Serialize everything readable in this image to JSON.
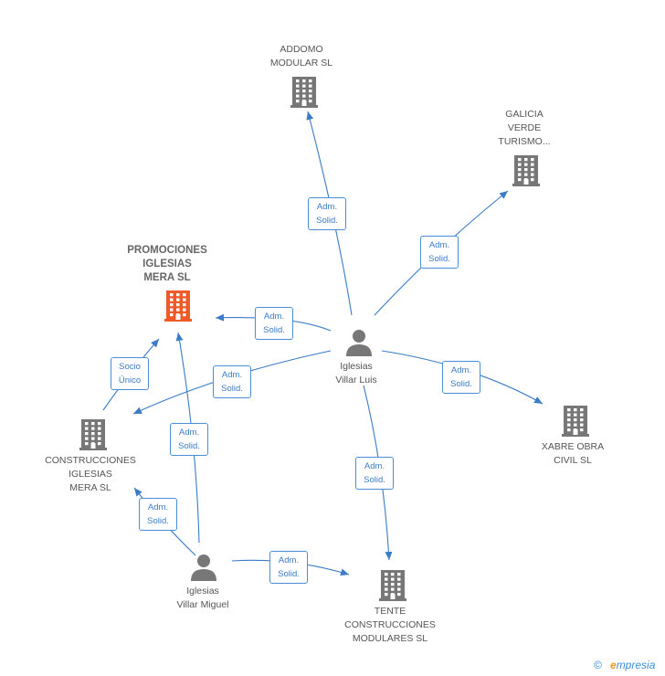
{
  "colors": {
    "company": "#777777",
    "main_company": "#f05a28",
    "edge": "#3a7cc8",
    "person": "#777777"
  },
  "companies": [
    {
      "id": "promociones",
      "label": "PROMOCIONES\nIGLESIAS\nMERA SL",
      "main": true
    },
    {
      "id": "addomo",
      "label": "ADDOMO\nMODULAR  SL"
    },
    {
      "id": "galicia",
      "label": "GALICIA\nVERDE\nTURISMO..."
    },
    {
      "id": "construcciones",
      "label": "CONSTRUCCIONES\nIGLESIAS\nMERA SL"
    },
    {
      "id": "xabre",
      "label": "XABRE OBRA\nCIVIL SL"
    },
    {
      "id": "tente",
      "label": "TENTE\nCONSTRUCCIONES\nMODULARES SL"
    }
  ],
  "people": [
    {
      "id": "luis",
      "label": "Iglesias\nVillar Luis"
    },
    {
      "id": "miguel",
      "label": "Iglesias\nVillar Miguel"
    }
  ],
  "edges": [
    {
      "from": "luis",
      "to": "addomo",
      "label": "Adm.\nSolid."
    },
    {
      "from": "luis",
      "to": "galicia",
      "label": "Adm.\nSolid."
    },
    {
      "from": "luis",
      "to": "promociones",
      "label": "Adm.\nSolid."
    },
    {
      "from": "luis",
      "to": "construcciones",
      "label": "Adm.\nSolid."
    },
    {
      "from": "luis",
      "to": "xabre",
      "label": "Adm.\nSolid."
    },
    {
      "from": "luis",
      "to": "tente",
      "label": "Adm.\nSolid."
    },
    {
      "from": "construcciones",
      "to": "promociones",
      "label": "Socio\nÚnico"
    },
    {
      "from": "miguel",
      "to": "promociones",
      "label": "Adm.\nSolid."
    },
    {
      "from": "miguel",
      "to": "construcciones",
      "label": "Adm.\nSolid."
    },
    {
      "from": "miguel",
      "to": "tente",
      "label": "Adm.\nSolid."
    }
  ],
  "footer": {
    "copyright": "©",
    "brand_first": "e",
    "brand_rest": "mpresia"
  }
}
